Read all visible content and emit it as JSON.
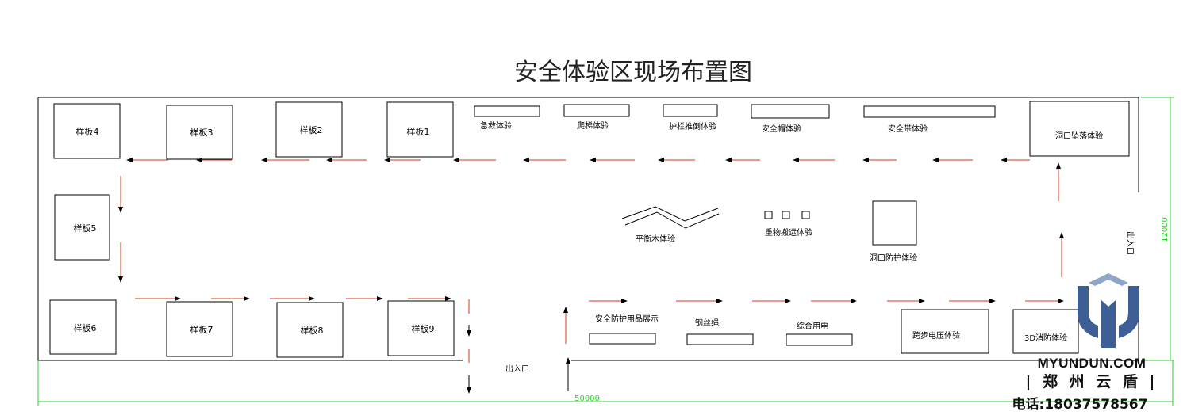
{
  "title": "安全体验区现场布置图",
  "samples_top": [
    "样板4",
    "样板3",
    "样板2",
    "样板1"
  ],
  "sample_left": "样板5",
  "samples_bottom": [
    "样板6",
    "样板7",
    "样板8",
    "样板9"
  ],
  "top_stations": [
    "急救体验",
    "爬梯体验",
    "护栏推倒体验",
    "安全帽体验",
    "安全带体验"
  ],
  "fall_station": "洞口坠落体验",
  "balance_beam": "平衡木体验",
  "heavy_lift": "重物搬运体验",
  "hole_protection": "洞口防护体验",
  "bottom_stations": [
    "安全防护用品展示",
    "钢丝绳",
    "综合用电",
    "跨步电压体验",
    "3D消防体验"
  ],
  "entrance_bottom": "出入口",
  "entrance_right": "出入口",
  "dim_width": "50000",
  "dim_height": "12000",
  "brand": {
    "site": "MYUNDUN.COM",
    "name": "| 郑 州 云 盾 |",
    "phone": "电话:18037578567"
  },
  "colors": {
    "arrow": "#d9381e",
    "dimension": "#2bd12b",
    "logo": "#3d5f96"
  }
}
